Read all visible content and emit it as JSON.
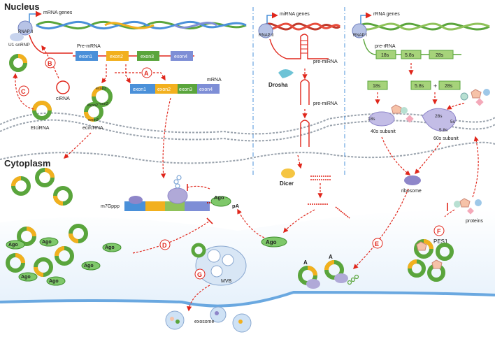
{
  "regions": {
    "nucleus": "Nucleus",
    "cytoplasm": "Cytoplasm"
  },
  "circ_panel": {
    "mrna_genes": "mRNA genes",
    "rnap": "RNAP II",
    "snrnp": "U1 snRNP",
    "pre_mrna": "Pre-mRNA",
    "exons": [
      "exon1",
      "exon2",
      "exon3",
      "exon4"
    ],
    "mrna_exons": [
      "exon1",
      "exon2",
      "exon3",
      "exon4"
    ],
    "mrna": "mRNA",
    "ciRNA": "ciRNA",
    "elciRNA": "EIciRNA",
    "ecircRNA": "ecircRNA",
    "ring_exons_a": [
      "exon3",
      "exon2"
    ],
    "ring_exons_b": [
      "exon2",
      "exon3"
    ],
    "markers": [
      "A",
      "B",
      "C",
      "D",
      "E",
      "F",
      "G"
    ]
  },
  "mirna_panel": {
    "mirna_genes": "miRNA genes",
    "rnap": "RNAP II",
    "pri_mirna": "pre-miRNA",
    "drosha": "Drosha",
    "pre_mirna": "pre-miRNA",
    "dicer": "Dicer"
  },
  "rrna_panel": {
    "rrna_genes": "rRNA genes",
    "rnap": "RNAP I",
    "pre_rrna": "pre-rRNA",
    "segments": [
      "18s",
      "5.8s",
      "28s"
    ],
    "split_18s": "18s",
    "split_58s": "5.8s",
    "plus": "+",
    "split_28s": "28s",
    "sub40_label": "18s",
    "sub40": "40s subunit",
    "sub60_28s": "28s",
    "sub60_5s": "5s",
    "sub60_58s": "5.8s",
    "sub60": "60s subunit"
  },
  "cytoplasm_items": {
    "cap": "m7Gppp",
    "polya": "pA",
    "ago": "Ago",
    "ago_free": "Ago",
    "ribosome": "ribosome",
    "proteins": "proteins",
    "pes1": "PES1",
    "mvb": "MVB",
    "exosome": "exosome",
    "translated_a": "A",
    "sponge_ago": [
      "Ago",
      "Ago",
      "Ago",
      "Ago",
      "Ago",
      "Ago"
    ]
  },
  "colors": {
    "accent_red": "#e0261b",
    "exon1": "#4a90d9",
    "exon2": "#f2b01e",
    "exon3": "#5aa53c",
    "exon4": "#7e8ed6",
    "ribosome": "#8e86c9",
    "membrane": "#6aa8e0"
  }
}
